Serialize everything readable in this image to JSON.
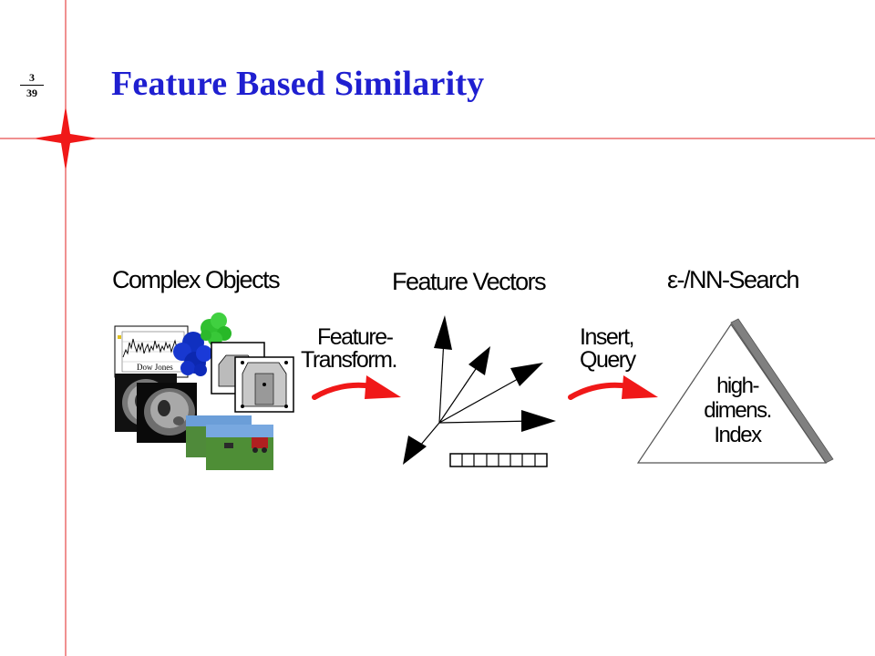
{
  "slide": {
    "title": "Feature Based Similarity",
    "page_current": "3",
    "page_total": "39",
    "accent_color": "#e02020",
    "title_color": "#1f1fd0"
  },
  "diagram": {
    "heading_objects": "Complex Objects",
    "heading_vectors": "Feature Vectors",
    "heading_search": "ε-/NN-Search",
    "step1_line1": "Feature-",
    "step1_line2": "Transform.",
    "step2_line1": "Insert,",
    "step2_line2": "Query",
    "index_line1": "high-",
    "index_line2": "dimens.",
    "index_line3": "Index",
    "stock_chart_caption": "Dow Jones"
  }
}
